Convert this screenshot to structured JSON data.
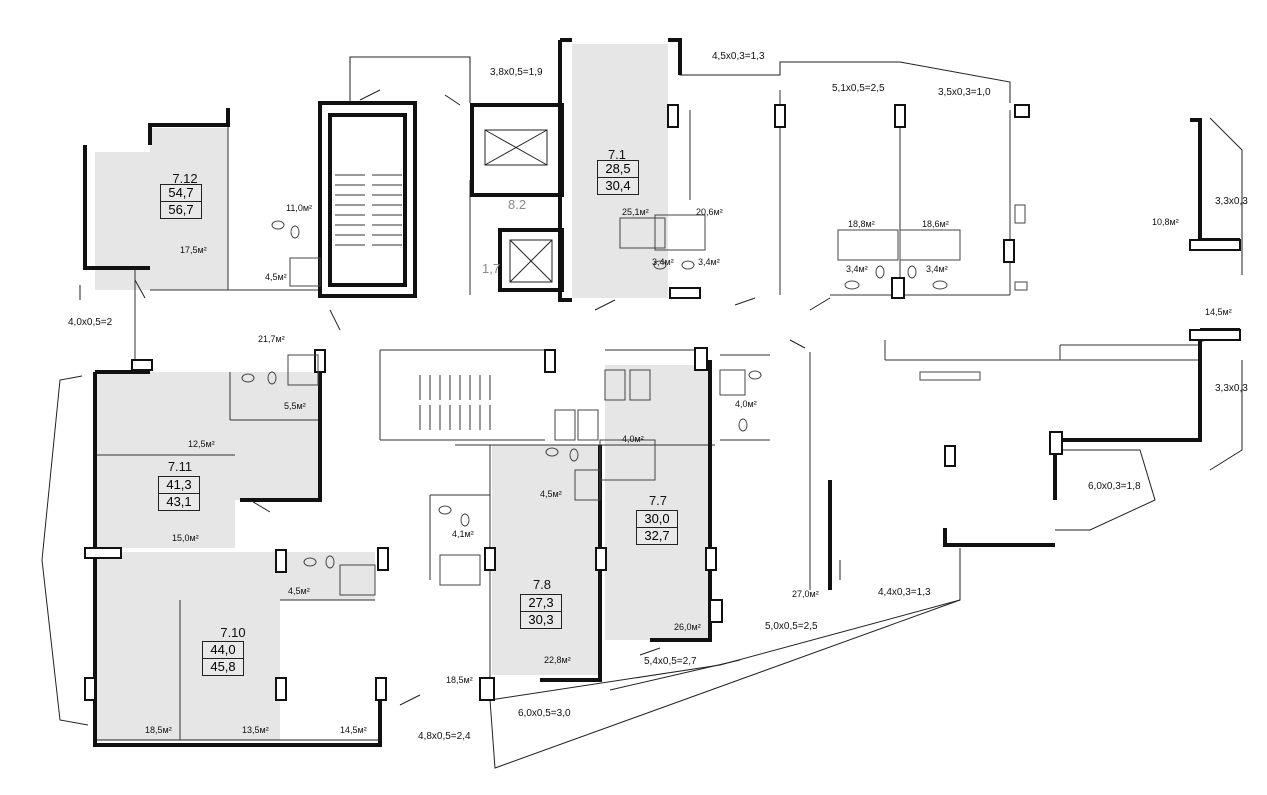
{
  "apartments": [
    {
      "id": "7.1",
      "area_living": "28,5",
      "area_total": "30,4"
    },
    {
      "id": "7.12",
      "area_living": "54,7",
      "area_total": "56,7"
    },
    {
      "id": "7.11",
      "area_living": "41,3",
      "area_total": "43,1"
    },
    {
      "id": "7.10",
      "area_living": "44,0",
      "area_total": "45,8"
    },
    {
      "id": "7.8",
      "area_living": "27,3",
      "area_total": "30,3"
    },
    {
      "id": "7.7",
      "area_living": "30,0",
      "area_total": "32,7"
    }
  ],
  "core_labels": {
    "elevator_label": "8.2",
    "small_label": "1,7"
  },
  "room_areas": [
    "11,0м²",
    "17,5м²",
    "4,5м²",
    "21,7м²",
    "5,5м²",
    "12,5м²",
    "15,0м²",
    "4,5м²",
    "18,5м²",
    "13,5м²",
    "14,5м²",
    "18,5м²",
    "4,1м²",
    "4,5м²",
    "4,0м²",
    "22,8м²",
    "26,0м²",
    "4,0м²",
    "27,0м²",
    "25,1м²",
    "20,6м²",
    "3,4м²",
    "3,4м²",
    "18,8м²",
    "18,6м²",
    "3,4м²",
    "3,4м²",
    "10,8м²",
    "14,5м²"
  ],
  "balcony_notes": [
    "3,8x0,5=1,9",
    "4,5x0,3=1,3",
    "5,1x0,5=2,5",
    "3,5x0,3=1,0",
    "3,3x0,3",
    "4,0x0,5=2",
    "3,3x0,3",
    "6,0x0,3=1,8",
    "4,4x0,3=1,3",
    "5,0x0,5=2,5",
    "5,4x0,5=2,7",
    "6,0x0,5=3,0",
    "4,8x0,5=2,4"
  ]
}
